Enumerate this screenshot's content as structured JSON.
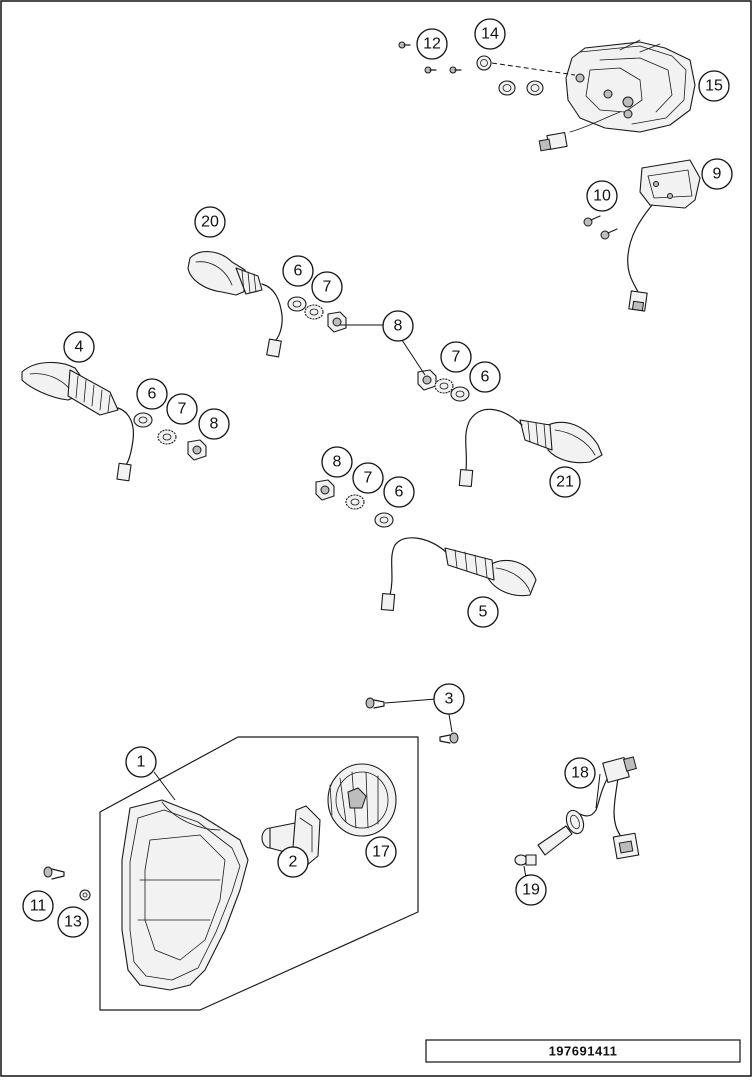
{
  "diagram": {
    "drawing_id": "197691411",
    "callouts": [
      {
        "id": "c1",
        "label": "1"
      },
      {
        "id": "c2",
        "label": "2"
      },
      {
        "id": "c3",
        "label": "3"
      },
      {
        "id": "c4",
        "label": "4"
      },
      {
        "id": "c5",
        "label": "5"
      },
      {
        "id": "c6a",
        "label": "6"
      },
      {
        "id": "c6b",
        "label": "6"
      },
      {
        "id": "c6c",
        "label": "6"
      },
      {
        "id": "c6d",
        "label": "6"
      },
      {
        "id": "c7a",
        "label": "7"
      },
      {
        "id": "c7b",
        "label": "7"
      },
      {
        "id": "c7c",
        "label": "7"
      },
      {
        "id": "c7d",
        "label": "7"
      },
      {
        "id": "c8a",
        "label": "8"
      },
      {
        "id": "c8b",
        "label": "8"
      },
      {
        "id": "c8c",
        "label": "8"
      },
      {
        "id": "c9",
        "label": "9"
      },
      {
        "id": "c10",
        "label": "10"
      },
      {
        "id": "c11",
        "label": "11"
      },
      {
        "id": "c12",
        "label": "12"
      },
      {
        "id": "c13",
        "label": "13"
      },
      {
        "id": "c14",
        "label": "14"
      },
      {
        "id": "c15",
        "label": "15"
      },
      {
        "id": "c17",
        "label": "17"
      },
      {
        "id": "c18",
        "label": "18"
      },
      {
        "id": "c19",
        "label": "19"
      },
      {
        "id": "c20",
        "label": "20"
      },
      {
        "id": "c21",
        "label": "21"
      }
    ]
  }
}
